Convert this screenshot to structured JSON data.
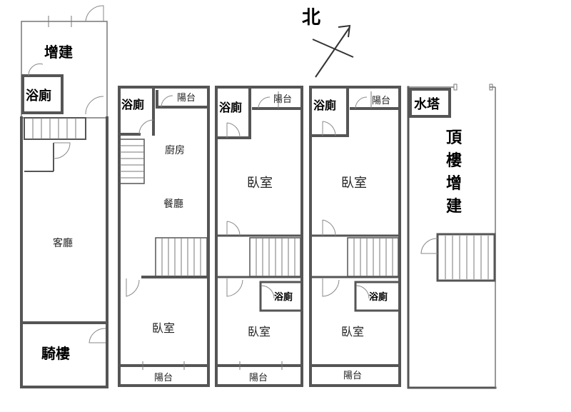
{
  "compass": {
    "label": "北"
  },
  "floor1": {
    "extension": "增建",
    "bathroom": "浴廁",
    "living_room": "客廳",
    "arcade": "騎樓"
  },
  "floor2": {
    "bathroom": "浴廁",
    "balcony_top": "陽台",
    "kitchen": "廚房",
    "dining": "餐廳",
    "bedroom": "臥室",
    "balcony_bottom": "陽台"
  },
  "floor3": {
    "bathroom": "浴廁",
    "balcony_top": "陽台",
    "bedroom_top": "臥室",
    "bathroom_small": "浴廁",
    "bedroom_bottom": "臥室",
    "balcony_bottom": "陽台"
  },
  "floor4": {
    "bathroom": "浴廁",
    "balcony_top": "陽台",
    "bedroom_top": "臥室",
    "bathroom_small": "浴廁",
    "bedroom_bottom": "臥室",
    "balcony_bottom": "陽台"
  },
  "roof": {
    "water_tower": "水塔",
    "rooftop_extension": [
      "頂",
      "樓",
      "增",
      "建"
    ]
  }
}
